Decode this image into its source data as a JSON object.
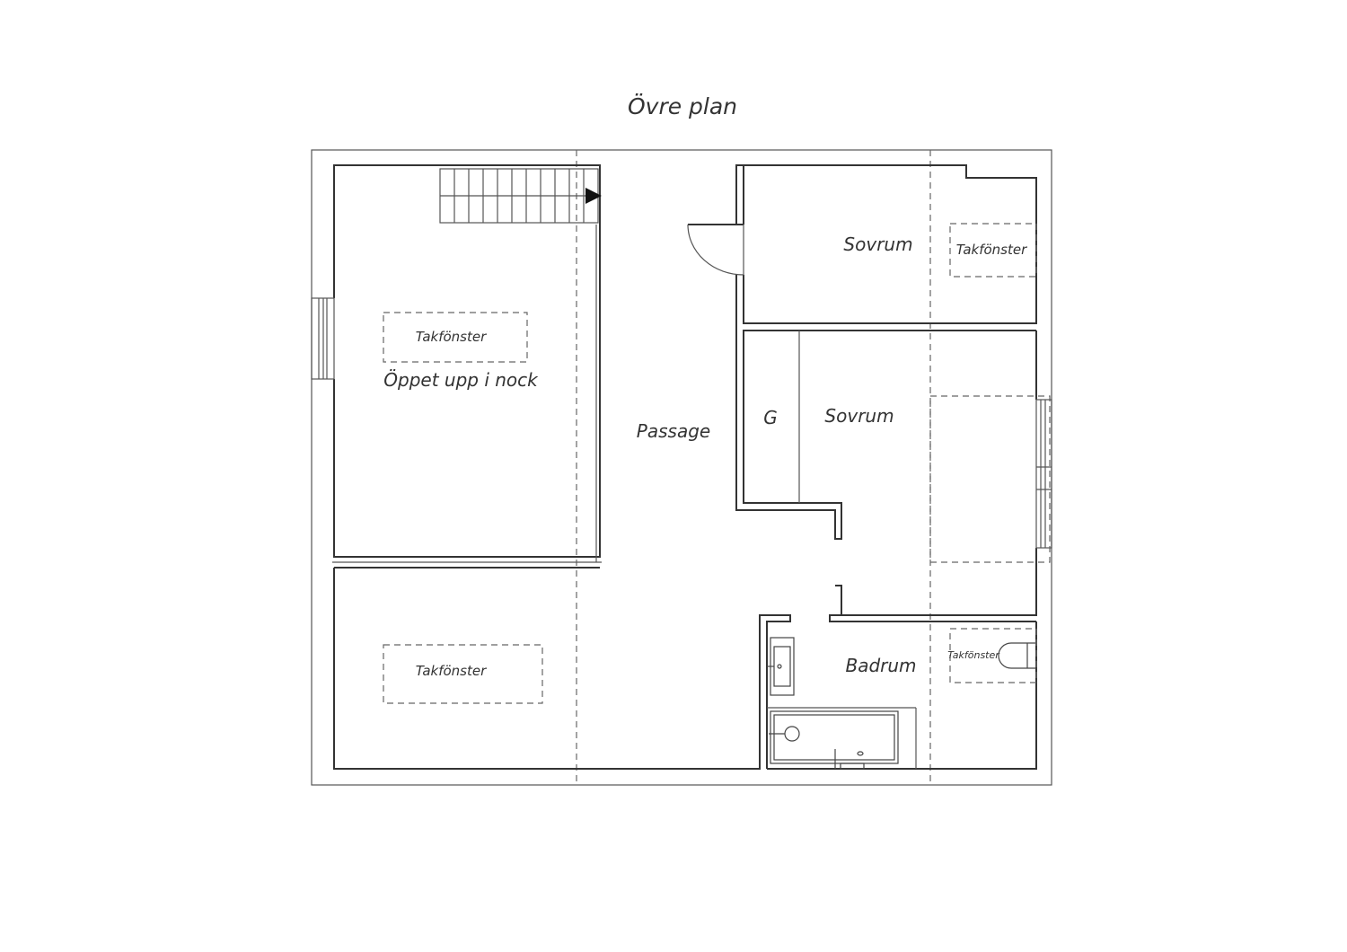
{
  "title": "Övre plan",
  "rooms": {
    "sovrum_top": "Sovrum",
    "sovrum_mid": "Sovrum",
    "closet": "G",
    "passage": "Passage",
    "open_to_ridge": "Öppet upp i nock",
    "bathroom": "Badrum"
  },
  "skylights": {
    "left_upper": "Takfönster",
    "left_lower": "Takfönster",
    "right_upper": "Takfönster",
    "right_bath": "Takfönster"
  }
}
